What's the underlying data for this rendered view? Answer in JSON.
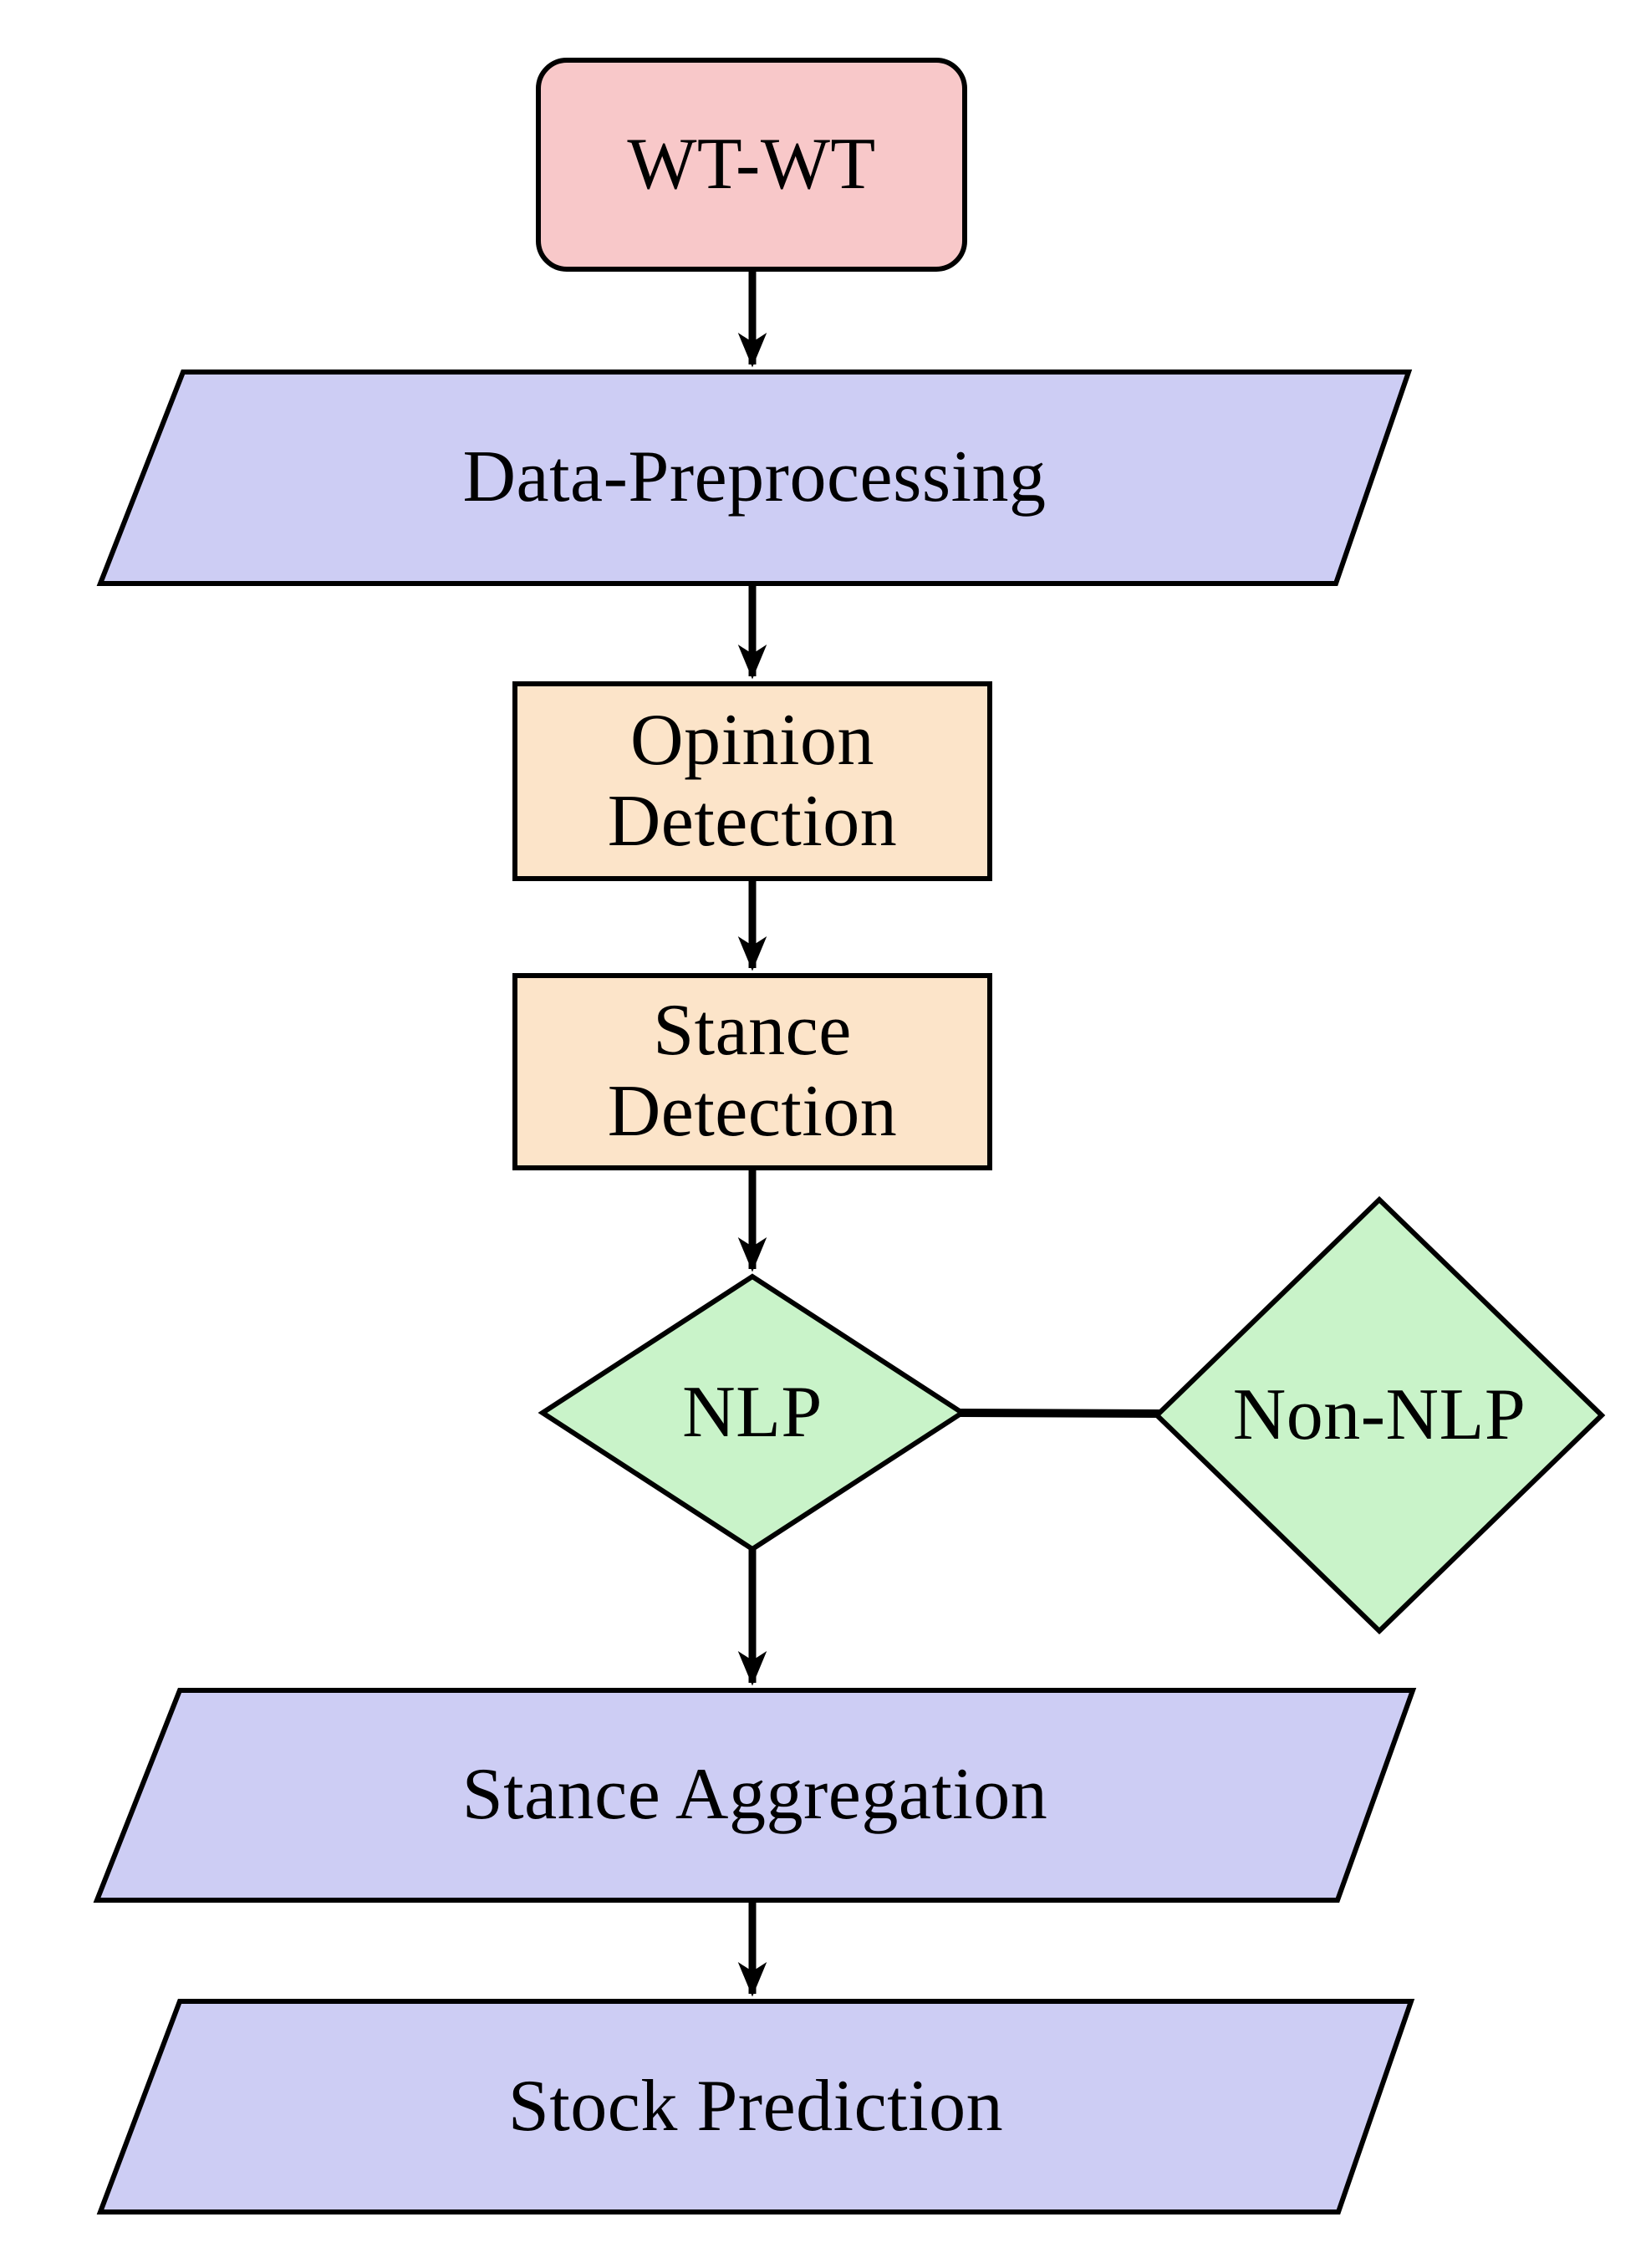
{
  "colors": {
    "dataset_pink": "#f8c8c9",
    "io_lavender": "#cdcdf4",
    "process_peach": "#fce4c9",
    "decision_green": "#c9f3c9",
    "line_black": "#000000"
  },
  "nodes": {
    "wtwt": {
      "label": "WT-WT",
      "shape": "rounded-rectangle"
    },
    "data_preprocessing": {
      "label": "Data-Preprocessing",
      "shape": "parallelogram"
    },
    "opinion_detection": {
      "label": "Opinion Detection",
      "shape": "rectangle"
    },
    "stance_detection": {
      "label": "Stance Detection",
      "shape": "rectangle"
    },
    "nlp": {
      "label": "NLP",
      "shape": "diamond"
    },
    "non_nlp": {
      "label": "Non-NLP",
      "shape": "diamond"
    },
    "stance_aggregation": {
      "label": "Stance Aggregation",
      "shape": "parallelogram"
    },
    "stock_prediction": {
      "label": "Stock Prediction",
      "shape": "parallelogram"
    }
  },
  "edges": [
    {
      "from": "wtwt",
      "to": "data_preprocessing",
      "directed": true
    },
    {
      "from": "data_preprocessing",
      "to": "opinion_detection",
      "directed": true
    },
    {
      "from": "opinion_detection",
      "to": "stance_detection",
      "directed": true
    },
    {
      "from": "stance_detection",
      "to": "nlp",
      "directed": true
    },
    {
      "from": "nlp",
      "to": "non_nlp",
      "directed": false
    },
    {
      "from": "nlp",
      "to": "stance_aggregation",
      "directed": true
    },
    {
      "from": "stance_aggregation",
      "to": "stock_prediction",
      "directed": true
    }
  ]
}
